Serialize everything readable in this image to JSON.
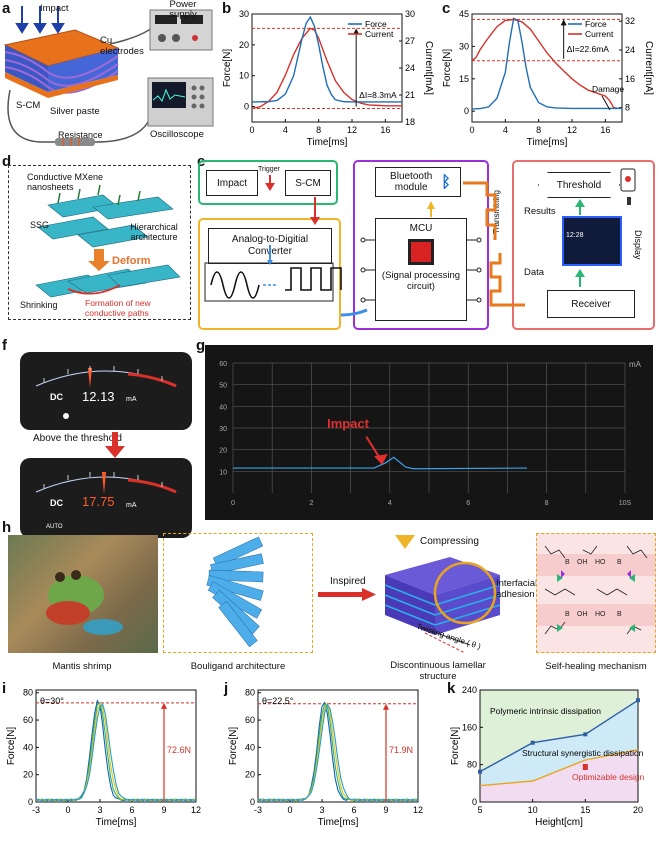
{
  "panels": {
    "a": {
      "label": "a",
      "impact": "Impact",
      "cu": "Cu electrodes",
      "scm": "S-CM",
      "silver": "Silver paste",
      "power": "Power supply",
      "resistance": "Resistance",
      "oscilloscope": "Oscilloscope"
    },
    "d": {
      "label": "d",
      "mxene": "Conductive MXene nanosheets",
      "ssg": "SSG",
      "hier": "Hierarchical architecture",
      "deform": "Deform",
      "shrink": "Shrinking",
      "paths": "Formation of new conductive paths"
    },
    "e": {
      "label": "e",
      "impact": "Impact",
      "trigger": "Trigger",
      "scm": "S-CM",
      "adc": "Analog-to-Digitial Converter",
      "bt": "Bluetooth module",
      "mcu": "MCU",
      "signal": "(Signal processing circuit)",
      "transmitting": "Transmitting",
      "threshold": "Threshold",
      "results": "Results",
      "data": "Data",
      "display": "Display",
      "receiver": "Receiver",
      "time_readout": "12:28"
    },
    "f": {
      "label": "f",
      "dc": "DC",
      "v1": "12.13",
      "v2": "17.75",
      "unit": "mA",
      "auto": "AUTO",
      "above": "Above the threshold"
    },
    "g": {
      "label": "g",
      "impact": "Impact",
      "unit": "mA",
      "yticks": [
        "60",
        "50",
        "40",
        "30",
        "20",
        "10"
      ],
      "xticks": [
        "0",
        "2",
        "4",
        "6",
        "8",
        "10S"
      ]
    },
    "h": {
      "label": "h",
      "shrimp": "Mantis shrimp",
      "bouligand": "Bouligand architecture",
      "inspired": "Inspired",
      "compressing": "Compressing",
      "interfacial": "Interfacial adhesion",
      "twist": "Twisting angle ( θ )",
      "disc": "Discontinuous lamellar structure",
      "selfheal": "Self-healing mechanism"
    }
  },
  "chart_data": [
    {
      "id": "b",
      "type": "line",
      "xlabel": "Time[ms]",
      "ylabel": "Force[N]",
      "ylabel2": "Current[mA]",
      "xlim": [
        0,
        18
      ],
      "xticks": [
        0,
        4,
        8,
        12,
        16
      ],
      "ylim": [
        -5,
        30
      ],
      "yticks": [
        0,
        10,
        20,
        30
      ],
      "y2lim": [
        18,
        30
      ],
      "y2ticks": [
        18,
        21,
        24,
        27,
        30
      ],
      "series": [
        {
          "name": "Force",
          "color": "#1f6fb5",
          "x": [
            0,
            2,
            3,
            4,
            5,
            6,
            6.5,
            7,
            7.5,
            8,
            8.5,
            9,
            9.5,
            10,
            11,
            12,
            14,
            16,
            18
          ],
          "y": [
            1.5,
            1.6,
            2,
            4,
            10,
            22,
            27,
            29,
            26,
            20,
            13,
            7,
            4,
            2.2,
            1.6,
            1.5,
            1.5,
            1.5,
            1.5
          ]
        },
        {
          "name": "Current",
          "color": "#d6322a",
          "x": [
            0,
            1,
            2,
            3,
            4,
            5,
            6,
            7,
            7.5,
            8,
            9,
            10,
            11,
            12,
            13,
            14,
            16,
            18
          ],
          "y": [
            19.5,
            19.7,
            20.3,
            21.3,
            23.2,
            25.5,
            27.3,
            28.4,
            28.2,
            27.3,
            24.8,
            22.6,
            21.3,
            20.5,
            20.1,
            19.9,
            19.8,
            19.8
          ]
        }
      ],
      "annotation": "ΔI=8.3mA"
    },
    {
      "id": "c",
      "type": "line",
      "xlabel": "Time[ms]",
      "ylabel": "Force[N]",
      "ylabel2": "Current[mA]",
      "xlim": [
        0,
        18
      ],
      "xticks": [
        0,
        4,
        8,
        12,
        16
      ],
      "ylim": [
        -5,
        45
      ],
      "yticks": [
        0,
        15,
        30,
        45
      ],
      "y2lim": [
        4,
        34
      ],
      "y2ticks": [
        8,
        16,
        24,
        32
      ],
      "series": [
        {
          "name": "Force",
          "color": "#1f6fb5",
          "x": [
            0,
            1,
            2,
            3,
            4,
            4.5,
            5,
            5.5,
            6,
            6.5,
            7,
            8,
            9,
            10,
            12,
            14,
            16,
            18
          ],
          "y": [
            1,
            1.2,
            2,
            6,
            18,
            32,
            43,
            42,
            32,
            20,
            11,
            4,
            2,
            1.5,
            1.3,
            1.3,
            1.3,
            1.3
          ]
        },
        {
          "name": "Current",
          "color": "#d6322a",
          "x": [
            0,
            0.5,
            1,
            2,
            3,
            4,
            5,
            6,
            7,
            8,
            9,
            10,
            11,
            12,
            13,
            14,
            15,
            16,
            16.5,
            17,
            17.5
          ],
          "y": [
            21,
            22,
            24.2,
            27.5,
            30.5,
            32.2,
            32.5,
            31.8,
            29.8,
            26.5,
            23.2,
            20.5,
            18.2,
            16,
            14.2,
            12.8,
            12,
            11.2,
            10,
            8,
            7.8
          ]
        }
      ],
      "annotations": [
        "ΔI=22.6mA",
        "Damage"
      ]
    },
    {
      "id": "i",
      "type": "line",
      "xlabel": "Time[ms]",
      "ylabel": "Force[N]",
      "xlim": [
        -3,
        12
      ],
      "xticks": [
        -3,
        0,
        3,
        6,
        9,
        12
      ],
      "ylim": [
        0,
        82
      ],
      "yticks": [
        0,
        20,
        40,
        60,
        80
      ],
      "threshold": 72.6,
      "theta": "θ=30°",
      "annotation": "72.6N"
    },
    {
      "id": "j",
      "type": "line",
      "xlabel": "Time[ms]",
      "ylabel": "Force[N]",
      "xlim": [
        -3,
        12
      ],
      "xticks": [
        -3,
        0,
        3,
        6,
        9,
        12
      ],
      "ylim": [
        0,
        82
      ],
      "yticks": [
        0,
        20,
        40,
        60,
        80
      ],
      "threshold": 71.9,
      "theta": "θ=22.5°",
      "annotation": "71.9N"
    },
    {
      "id": "k",
      "type": "line",
      "xlabel": "Height[cm]",
      "ylabel": "Force[N]",
      "xlim": [
        5,
        20
      ],
      "xticks": [
        5,
        10,
        15,
        20
      ],
      "ylim": [
        0,
        240
      ],
      "yticks": [
        0,
        80,
        160,
        240
      ],
      "series": [
        {
          "name": "upper",
          "color": "#2e5ea8",
          "x": [
            5,
            10,
            15,
            20
          ],
          "y": [
            65,
            127,
            145,
            218
          ]
        },
        {
          "name": "lower",
          "color": "#e8a41e",
          "x": [
            5,
            10,
            15,
            20
          ],
          "y": [
            35,
            45,
            90,
            112
          ]
        }
      ],
      "marker": {
        "x": 15,
        "y": 75
      },
      "labels": [
        "Polymeric intrinsic dissipation",
        "Structural synergistic dissipation",
        "Optimizable design"
      ]
    }
  ],
  "colors": {
    "blue": "#1f6fb5",
    "red": "#d6322a",
    "orange": "#e88a1e",
    "green": "#2bb673",
    "purple": "#9b30d9",
    "yellow": "#f0b429"
  }
}
